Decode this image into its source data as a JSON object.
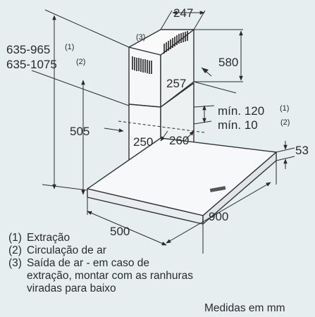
{
  "dimensions": {
    "chimney_top_width": "247",
    "upper_chimney_height": "580",
    "upper_chimney_depth": "257",
    "total_height_extraction": "635-965",
    "total_height_extraction_ref": "(1)",
    "total_height_recirculation": "635-1075",
    "total_height_recirculation_ref": "(2)",
    "note_3_marker": "(3)",
    "lower_chimney_height": "505",
    "chimney_width": "250",
    "chimney_depth": "260",
    "min_extraction": "mín. 120",
    "min_extraction_ref": "(1)",
    "min_recirculation": "mín. 10",
    "min_recirculation_ref": "(2)",
    "canopy_height": "53",
    "hood_width": "900",
    "hood_depth": "500"
  },
  "notes": [
    {
      "num": "(1)",
      "text": "Extração"
    },
    {
      "num": "(2)",
      "text": "Circulação de ar"
    },
    {
      "num": "(3)",
      "text": "Saída de ar - em caso de",
      "continuation": [
        "extração, montar com as ranhuras",
        "viradas para baixo"
      ]
    }
  ],
  "units": "Medidas em mm"
}
